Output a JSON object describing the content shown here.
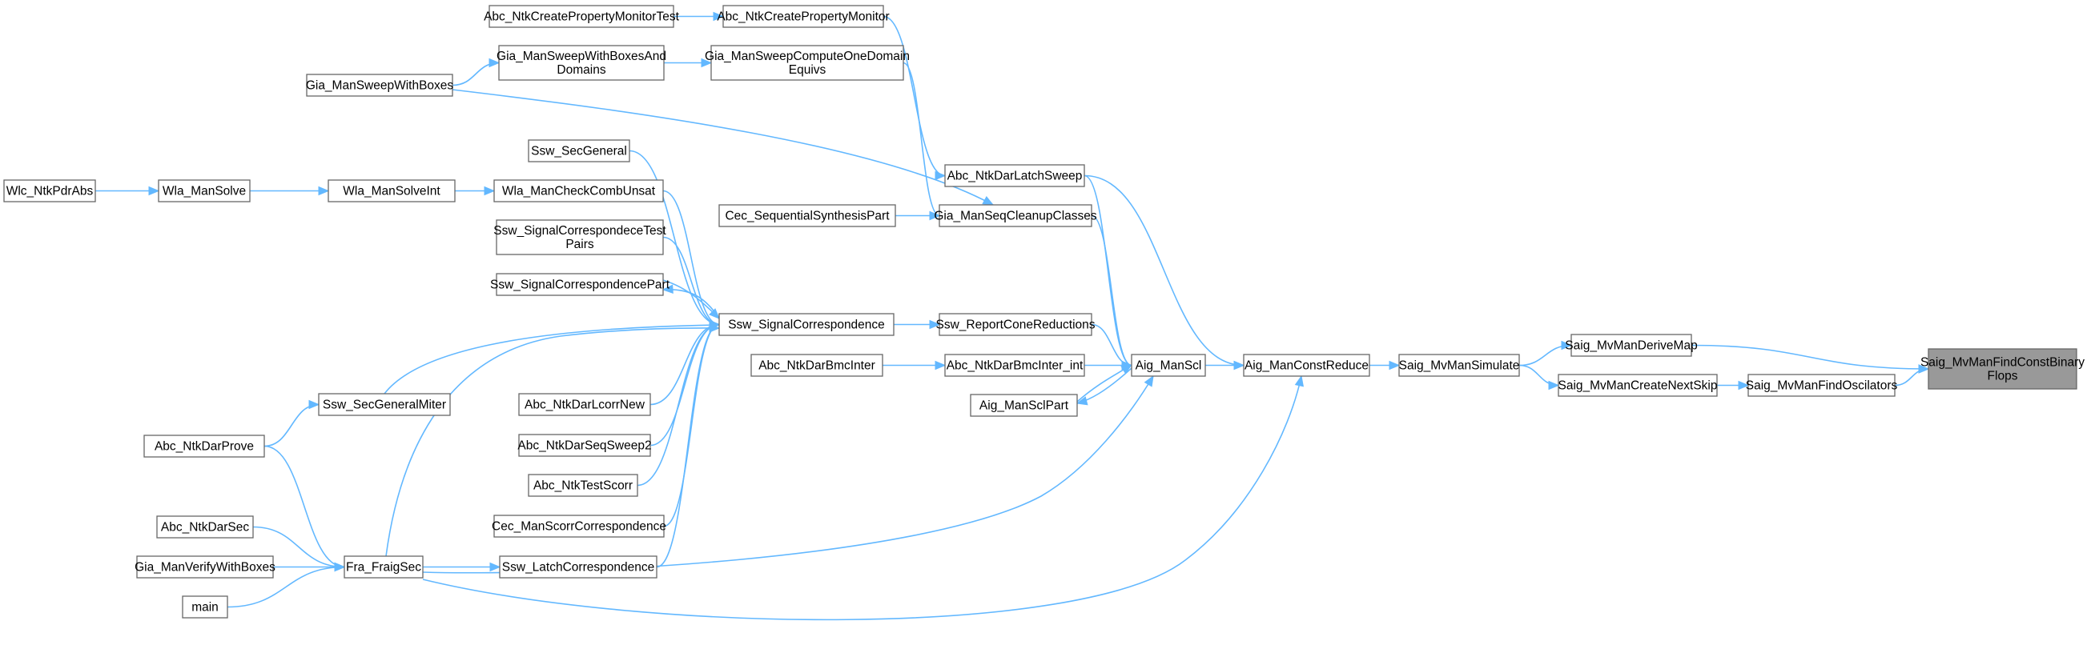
{
  "graph": {
    "nodes": [
      {
        "id": "root",
        "label": [
          "Saig_MvManFindConstBinary",
          "Flops"
        ]
      },
      {
        "id": "derivemap",
        "label": [
          "Saig_MvManDeriveMap"
        ]
      },
      {
        "id": "findosc",
        "label": [
          "Saig_MvManFindOscilators"
        ]
      },
      {
        "id": "createnext",
        "label": [
          "Saig_MvManCreateNextSkip"
        ]
      },
      {
        "id": "simulate",
        "label": [
          "Saig_MvManSimulate"
        ]
      },
      {
        "id": "constreduce",
        "label": [
          "Aig_ManConstReduce"
        ]
      },
      {
        "id": "mancsl",
        "label": [
          "Aig_ManScl"
        ]
      },
      {
        "id": "mansclpart",
        "label": [
          "Aig_ManSclPart"
        ]
      },
      {
        "id": "latchsweep",
        "label": [
          "Abc_NtkDarLatchSweep"
        ]
      },
      {
        "id": "seqcleanup",
        "label": [
          "Gia_ManSeqCleanupClasses"
        ]
      },
      {
        "id": "reportcone",
        "label": [
          "Ssw_ReportConeReductions"
        ]
      },
      {
        "id": "bmcinterint",
        "label": [
          "Abc_NtkDarBmcInter_int"
        ]
      },
      {
        "id": "bmcinter",
        "label": [
          "Abc_NtkDarBmcInter"
        ]
      },
      {
        "id": "createpropmon",
        "label": [
          "Abc_NtkCreatePropertyMonitor"
        ]
      },
      {
        "id": "createpropmontest",
        "label": [
          "Abc_NtkCreatePropertyMonitorTest"
        ]
      },
      {
        "id": "sweepcompute",
        "label": [
          "Gia_ManSweepComputeOneDomain",
          "Equivs"
        ]
      },
      {
        "id": "sweepboxesdom",
        "label": [
          "Gia_ManSweepWithBoxesAnd",
          "Domains"
        ]
      },
      {
        "id": "sweepboxes",
        "label": [
          "Gia_ManSweepWithBoxes"
        ]
      },
      {
        "id": "cecseqsynth",
        "label": [
          "Cec_SequentialSynthesisPart"
        ]
      },
      {
        "id": "sigcorr",
        "label": [
          "Ssw_SignalCorrespondence"
        ]
      },
      {
        "id": "secgeneral",
        "label": [
          "Ssw_SecGeneral"
        ]
      },
      {
        "id": "wlacheck",
        "label": [
          "Wla_ManCheckCombUnsat"
        ]
      },
      {
        "id": "wlasolveint",
        "label": [
          "Wla_ManSolveInt"
        ]
      },
      {
        "id": "wlasolve",
        "label": [
          "Wla_ManSolve"
        ]
      },
      {
        "id": "wlcpdr",
        "label": [
          "Wlc_NtkPdrAbs"
        ]
      },
      {
        "id": "sigcorrtest",
        "label": [
          "Ssw_SignalCorrespondeceTest",
          "Pairs"
        ]
      },
      {
        "id": "sigcorrpart",
        "label": [
          "Ssw_SignalCorrespondencePart"
        ]
      },
      {
        "id": "secgenmiter",
        "label": [
          "Ssw_SecGeneralMiter"
        ]
      },
      {
        "id": "darprove",
        "label": [
          "Abc_NtkDarProve"
        ]
      },
      {
        "id": "lcorrnew",
        "label": [
          "Abc_NtkDarLcorrNew"
        ]
      },
      {
        "id": "seqsweep2",
        "label": [
          "Abc_NtkDarSeqSweep2"
        ]
      },
      {
        "id": "testscorr",
        "label": [
          "Abc_NtkTestScorr"
        ]
      },
      {
        "id": "cecscorr",
        "label": [
          "Cec_ManScorrCorrespondence"
        ]
      },
      {
        "id": "latchcorr",
        "label": [
          "Ssw_LatchCorrespondence"
        ]
      },
      {
        "id": "fraigsec",
        "label": [
          "Fra_FraigSec"
        ]
      },
      {
        "id": "darsec",
        "label": [
          "Abc_NtkDarSec"
        ]
      },
      {
        "id": "verifyboxes",
        "label": [
          "Gia_ManVerifyWithBoxes"
        ]
      },
      {
        "id": "main",
        "label": [
          "main"
        ]
      }
    ],
    "edges": [
      {
        "from": "derivemap",
        "to": "root"
      },
      {
        "from": "findosc",
        "to": "root"
      },
      {
        "from": "simulate",
        "to": "derivemap"
      },
      {
        "from": "createnext",
        "to": "findosc"
      },
      {
        "from": "simulate",
        "to": "createnext"
      },
      {
        "from": "constreduce",
        "to": "simulate"
      },
      {
        "from": "mancsl",
        "to": "constreduce"
      },
      {
        "from": "latchsweep",
        "to": "constreduce"
      },
      {
        "from": "fraigsec",
        "to": "constreduce"
      },
      {
        "from": "latchsweep",
        "to": "mancsl"
      },
      {
        "from": "seqcleanup",
        "to": "mancsl"
      },
      {
        "from": "reportcone",
        "to": "mancsl"
      },
      {
        "from": "bmcinterint",
        "to": "mancsl"
      },
      {
        "from": "mansclpart",
        "to": "mancsl"
      },
      {
        "from": "mancsl",
        "to": "mansclpart"
      },
      {
        "from": "fraigsec",
        "to": "mancsl"
      },
      {
        "from": "createpropmon",
        "to": "latchsweep"
      },
      {
        "from": "createpropmontest",
        "to": "createpropmon"
      },
      {
        "from": "sweepcompute",
        "to": "seqcleanup"
      },
      {
        "from": "sweepboxes",
        "to": "seqcleanup"
      },
      {
        "from": "cecseqsynth",
        "to": "seqcleanup"
      },
      {
        "from": "sweepboxesdom",
        "to": "sweepcompute"
      },
      {
        "from": "sweepboxes",
        "to": "sweepboxesdom"
      },
      {
        "from": "sigcorr",
        "to": "reportcone"
      },
      {
        "from": "bmcinter",
        "to": "bmcinterint"
      },
      {
        "from": "secgeneral",
        "to": "sigcorr"
      },
      {
        "from": "wlacheck",
        "to": "sigcorr"
      },
      {
        "from": "sigcorrtest",
        "to": "sigcorr"
      },
      {
        "from": "sigcorrpart",
        "to": "sigcorr"
      },
      {
        "from": "sigcorr",
        "to": "sigcorrpart"
      },
      {
        "from": "secgenmiter",
        "to": "sigcorr"
      },
      {
        "from": "lcorrnew",
        "to": "sigcorr"
      },
      {
        "from": "seqsweep2",
        "to": "sigcorr"
      },
      {
        "from": "testscorr",
        "to": "sigcorr"
      },
      {
        "from": "cecscorr",
        "to": "sigcorr"
      },
      {
        "from": "latchcorr",
        "to": "sigcorr"
      },
      {
        "from": "fraigsec",
        "to": "sigcorr"
      },
      {
        "from": "wlasolveint",
        "to": "wlacheck"
      },
      {
        "from": "wlasolve",
        "to": "wlasolveint"
      },
      {
        "from": "wlcpdr",
        "to": "wlasolve"
      },
      {
        "from": "darprove",
        "to": "secgenmiter"
      },
      {
        "from": "darprove",
        "to": "fraigsec"
      },
      {
        "from": "fraigsec",
        "to": "latchcorr"
      },
      {
        "from": "darsec",
        "to": "fraigsec"
      },
      {
        "from": "verifyboxes",
        "to": "fraigsec"
      },
      {
        "from": "main",
        "to": "fraigsec"
      }
    ]
  }
}
